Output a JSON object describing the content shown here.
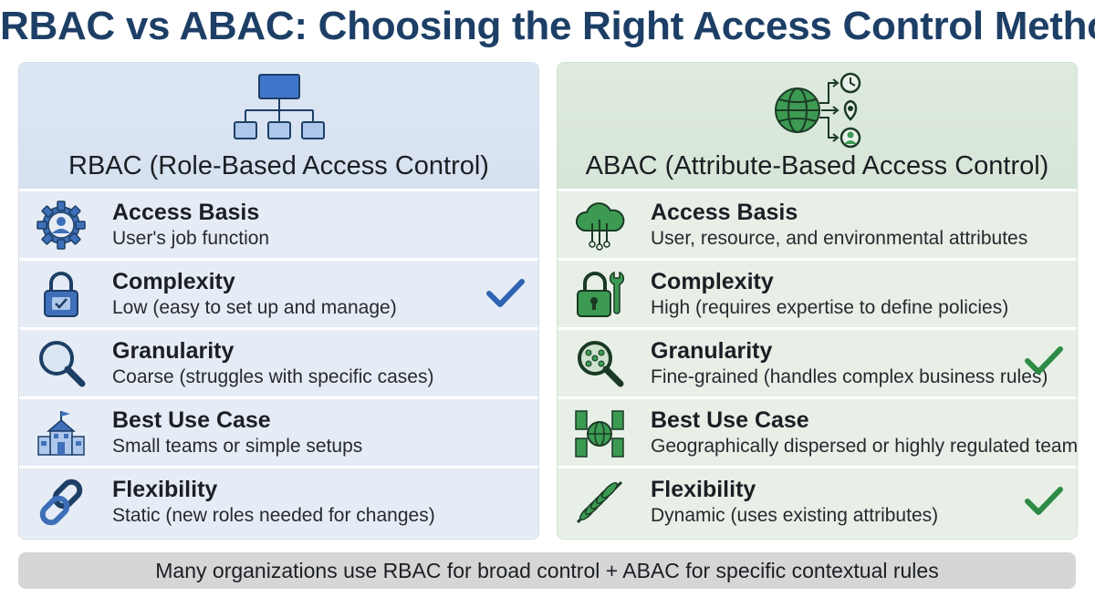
{
  "title": "RBAC vs ABAC: Choosing the Right Access Control Method",
  "colors": {
    "title": "#1d3f66",
    "rbac_accent": "#2f5fa8",
    "abac_accent": "#2e8b45"
  },
  "rbac": {
    "heading": "RBAC (Role-Based Access Control)",
    "header_icon": "org-chart-icon",
    "rows": [
      {
        "icon": "gear-user-icon",
        "title": "Access Basis",
        "desc": "User's job function",
        "check": false
      },
      {
        "icon": "padlock-check-icon",
        "title": "Complexity",
        "desc": "Low (easy to set up and manage)",
        "check": true
      },
      {
        "icon": "magnifier-icon",
        "title": "Granularity",
        "desc": "Coarse (struggles with specific cases)",
        "check": false
      },
      {
        "icon": "school-building-icon",
        "title": "Best Use Case",
        "desc": "Small teams or simple setups",
        "check": false
      },
      {
        "icon": "chain-link-icon",
        "title": "Flexibility",
        "desc": "Static (new roles needed for changes)",
        "check": false
      }
    ]
  },
  "abac": {
    "heading": "ABAC (Attribute-Based Access Control)",
    "header_icon": "globe-attributes-icon",
    "rows": [
      {
        "icon": "cloud-circuit-icon",
        "title": "Access Basis",
        "desc": "User, resource, and environmental attributes",
        "check": false
      },
      {
        "icon": "padlock-wrench-icon",
        "title": "Complexity",
        "desc": "High (requires expertise to define policies)",
        "check": false
      },
      {
        "icon": "magnifier-network-icon",
        "title": "Granularity",
        "desc": "Fine-grained (handles complex business rules)",
        "check": true
      },
      {
        "icon": "globe-buildings-icon",
        "title": "Best Use Case",
        "desc": "Geographically dispersed or highly regulated teams",
        "check": false
      },
      {
        "icon": "spring-coil-icon",
        "title": "Flexibility",
        "desc": "Dynamic (uses existing attributes)",
        "check": true
      }
    ]
  },
  "footer": "Many organizations use RBAC for broad control + ABAC for specific contextual rules"
}
